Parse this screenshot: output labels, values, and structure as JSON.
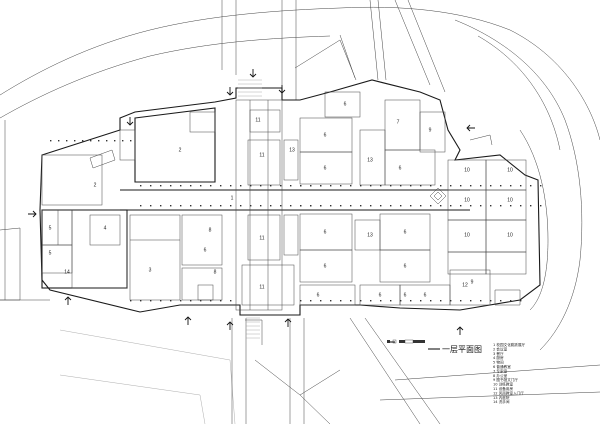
{
  "plan": {
    "title": "一层平面图",
    "legend": [
      "1 校园文化跳跃展厅",
      "2 会议室",
      "3 餐厅",
      "4 厨房",
      "5 物间",
      "6 普通教室",
      "7 专家室",
      "8 办公室",
      "9 图书馆文门厅",
      "10 训练教室",
      "11 设备用房",
      "12 风雨教室入门厅",
      "13 内庭院",
      "14 洗手间"
    ],
    "rooms": [
      {
        "id": "r2",
        "label": "2"
      },
      {
        "id": "r3",
        "label": "3"
      },
      {
        "id": "r4",
        "label": "4"
      },
      {
        "id": "r5",
        "label": "5"
      },
      {
        "id": "r5b",
        "label": "5"
      },
      {
        "id": "r8",
        "label": "8"
      },
      {
        "id": "r2b",
        "label": "2"
      },
      {
        "id": "r1",
        "label": "1"
      },
      {
        "id": "r6a",
        "label": "6"
      },
      {
        "id": "r6b",
        "label": "6"
      },
      {
        "id": "r6c",
        "label": "6"
      },
      {
        "id": "r6d",
        "label": "6"
      },
      {
        "id": "r6e",
        "label": "6"
      },
      {
        "id": "r6f",
        "label": "6"
      },
      {
        "id": "r6g",
        "label": "6"
      },
      {
        "id": "r6h",
        "label": "6"
      },
      {
        "id": "r6i",
        "label": "6"
      },
      {
        "id": "r6j",
        "label": "6"
      },
      {
        "id": "r6k",
        "label": "6"
      },
      {
        "id": "r6l",
        "label": "6"
      },
      {
        "id": "r6m",
        "label": "6"
      },
      {
        "id": "r7",
        "label": "7"
      },
      {
        "id": "r9",
        "label": "9"
      },
      {
        "id": "r10a",
        "label": "10"
      },
      {
        "id": "r10b",
        "label": "10"
      },
      {
        "id": "r10c",
        "label": "10"
      },
      {
        "id": "r10d",
        "label": "10"
      },
      {
        "id": "r10e",
        "label": "10"
      },
      {
        "id": "r10f",
        "label": "10"
      },
      {
        "id": "r11a",
        "label": "11"
      },
      {
        "id": "r11b",
        "label": "11"
      },
      {
        "id": "r11c",
        "label": "11"
      },
      {
        "id": "r11d",
        "label": "11"
      },
      {
        "id": "r12",
        "label": "12"
      },
      {
        "id": "r13a",
        "label": "13"
      },
      {
        "id": "r13b",
        "label": "13"
      },
      {
        "id": "r13c",
        "label": "13"
      },
      {
        "id": "r14",
        "label": "14"
      },
      {
        "id": "r9b",
        "label": "9"
      },
      {
        "id": "r8b",
        "label": "8"
      }
    ]
  }
}
